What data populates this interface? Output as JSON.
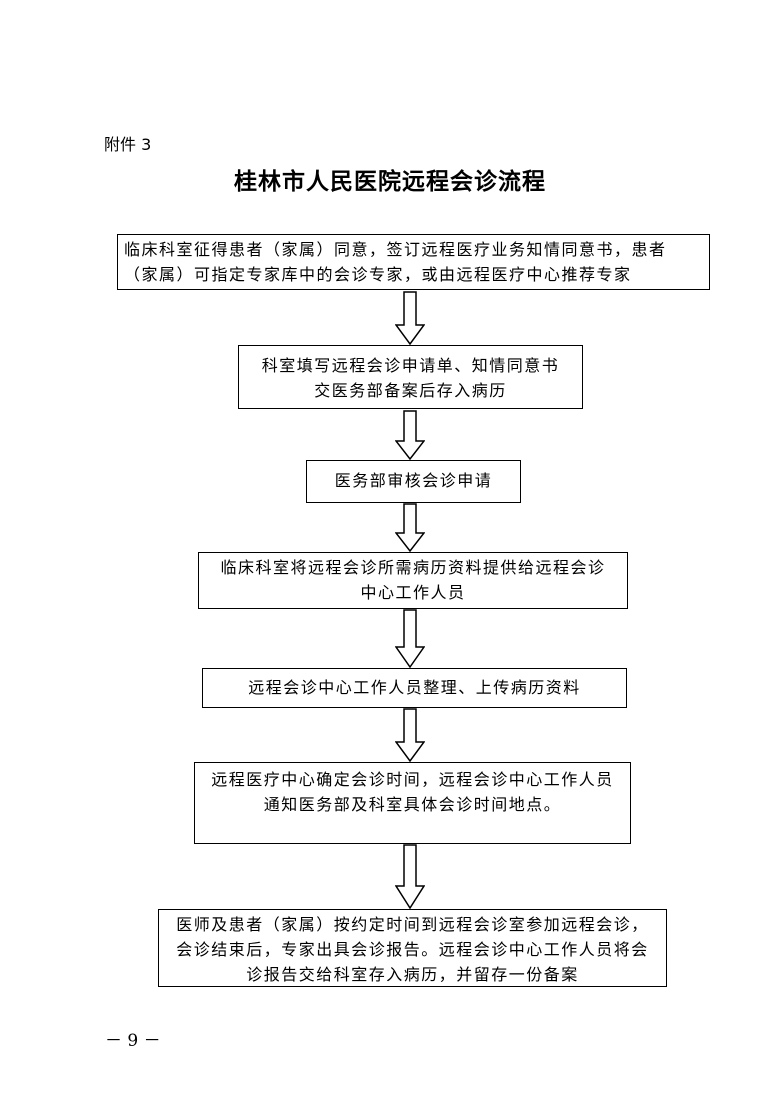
{
  "header": {
    "attachment_label": "附件 3",
    "title": "桂林市人民医院远程会诊流程"
  },
  "steps": [
    {
      "lines": [
        "临床科室征得患者（家属）同意，签订远程医疗业务知情同意书，患者",
        "（家属）可指定专家库中的会诊专家，或由远程医疗中心推荐专家"
      ]
    },
    {
      "lines": [
        "科室填写远程会诊申请单、知情同意书",
        "交医务部备案后存入病历"
      ]
    },
    {
      "lines": [
        "医务部审核会诊申请"
      ]
    },
    {
      "lines": [
        "临床科室将远程会诊所需病历资料提供给远程会诊",
        "中心工作人员"
      ]
    },
    {
      "lines": [
        "远程会诊中心工作人员整理、上传病历资料"
      ]
    },
    {
      "lines": [
        "远程医疗中心确定会诊时间，远程会诊中心工作人员",
        "通知医务部及科室具体会诊时间地点。"
      ]
    },
    {
      "lines": [
        "医师及患者（家属）按约定时间到远程会诊室参加远程会诊，",
        "会诊结束后，专家出具会诊报告。远程会诊中心工作人员将会",
        "诊报告交给科室存入病历，并留存一份备案"
      ]
    }
  ],
  "footer": {
    "page_number": "－ 9 －"
  }
}
